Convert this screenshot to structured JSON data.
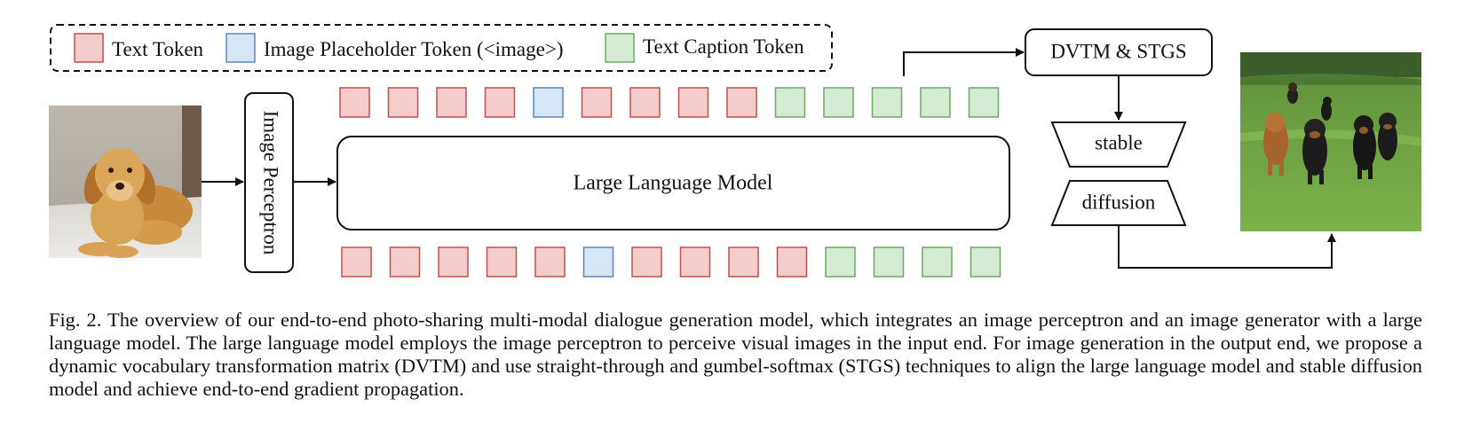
{
  "legend": {
    "items": [
      {
        "key": "text",
        "label": "Text Token",
        "fill": "#f5cccc",
        "stroke": "#c0504d"
      },
      {
        "key": "image",
        "label": "Image Placeholder Token (<image>)",
        "fill": "#d6e6f5",
        "stroke": "#5b86b8"
      },
      {
        "key": "caption",
        "label": "Text Caption Token",
        "fill": "#d5ead3",
        "stroke": "#6aaa64"
      }
    ]
  },
  "blocks": {
    "perceptron": "Image Perceptron",
    "llm": "Large Language Model",
    "dvtm": "DVTM & STGS",
    "stable": "stable",
    "diffusion": "diffusion"
  },
  "images": {
    "input": "golden-retriever-photo",
    "output": "dogs-running-in-field-photo"
  },
  "tokens": {
    "top": [
      "text",
      "text",
      "text",
      "text",
      "image",
      "text",
      "text",
      "text",
      "text",
      "caption",
      "caption",
      "caption",
      "caption",
      "caption"
    ],
    "bottom": [
      "text",
      "text",
      "text",
      "text",
      "text",
      "image",
      "text",
      "text",
      "text",
      "text",
      "caption",
      "caption",
      "caption",
      "caption"
    ]
  },
  "caption": {
    "text": "Fig. 2.  The overview of our end-to-end photo-sharing multi-modal dialogue generation model, which integrates an image perceptron and an image generator with a large language model. The large language model employs the image perceptron to perceive visual images in the input end. For image generation in the output end, we propose a dynamic vocabulary transformation matrix (DVTM) and use straight-through and gumbel-softmax (STGS) techniques to align the large language model and stable diffusion model and achieve end-to-end gradient propagation."
  }
}
